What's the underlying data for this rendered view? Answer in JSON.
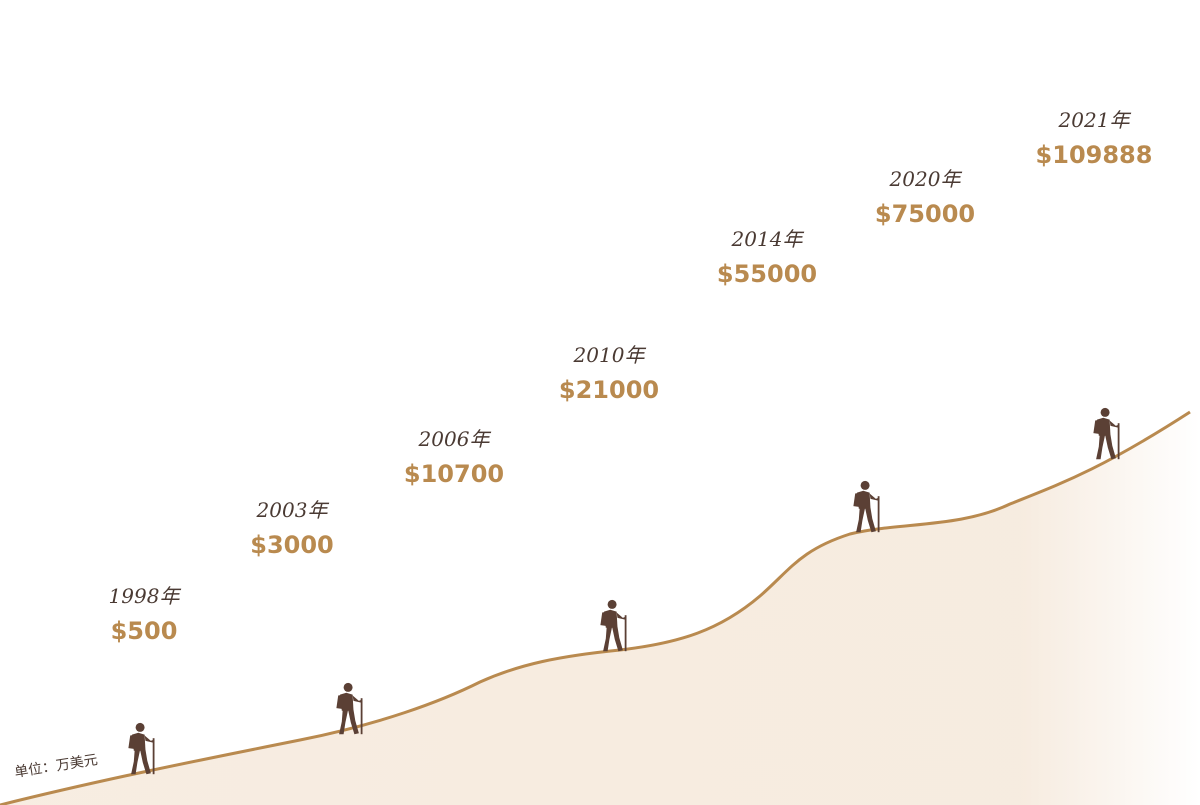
{
  "chart_data": {
    "type": "line",
    "unit_label": "单位：万美元",
    "points": [
      {
        "year": "1998年",
        "value": 500,
        "value_label": "$500"
      },
      {
        "year": "2003年",
        "value": 3000,
        "value_label": "$3000"
      },
      {
        "year": "2006年",
        "value": 10700,
        "value_label": "$10700"
      },
      {
        "year": "2010年",
        "value": 21000,
        "value_label": "$21000"
      },
      {
        "year": "2014年",
        "value": 55000,
        "value_label": "$55000"
      },
      {
        "year": "2020年",
        "value": 75000,
        "value_label": "$75000"
      },
      {
        "year": "2021年",
        "value": 109888,
        "value_label": "$109888"
      }
    ]
  },
  "colors": {
    "curve": "#b98a4f",
    "fill": "#f7ece0",
    "hiker": "#5b4035",
    "value_text": "#b98a4f",
    "year_text": "#4a3a33",
    "leader_line": "#c4a98a"
  },
  "icons": {
    "climber": "hiker-icon"
  }
}
